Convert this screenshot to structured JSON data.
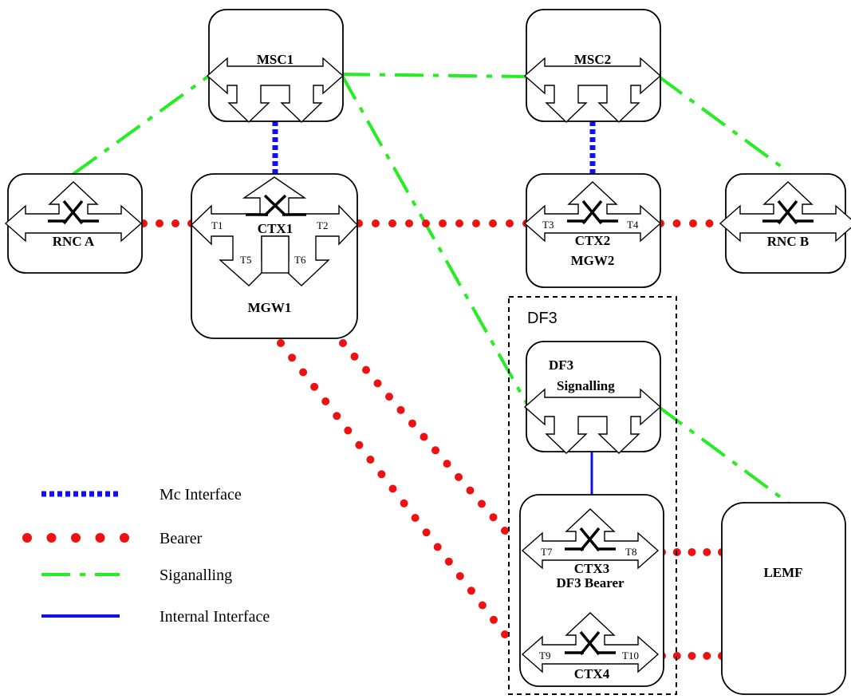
{
  "nodes": {
    "msc1": "MSC1",
    "msc2": "MSC2",
    "rnc_a": "RNC A",
    "rnc_b": "RNC B",
    "mgw1": "MGW1",
    "ctx1": "CTX1",
    "ctx2": "CTX2",
    "mgw2": "MGW2",
    "df3_signalling_line1": "DF3",
    "df3_signalling_line2": "Signalling",
    "ctx3": "CTX3",
    "df3_bearer": "DF3 Bearer",
    "ctx4": "CTX4",
    "lemf": "LEMF"
  },
  "df3_group_label": "DF3",
  "terminations": {
    "t1": "T1",
    "t2": "T2",
    "t3": "T3",
    "t4": "T4",
    "t5": "T5",
    "t6": "T6",
    "t7": "T7",
    "t8": "T8",
    "t9": "T9",
    "t10": "T10"
  },
  "legend": [
    {
      "id": "mc",
      "label": "Mc Interface",
      "color": "#1010ee",
      "style": "dotted"
    },
    {
      "id": "bearer",
      "label": "Bearer",
      "color": "#ee1111",
      "style": "dots"
    },
    {
      "id": "signalling",
      "label": "Siganalling",
      "color": "#22ee22",
      "style": "dash-dot"
    },
    {
      "id": "internal",
      "label": "Internal Interface",
      "color": "#1010ee",
      "style": "solid"
    }
  ]
}
